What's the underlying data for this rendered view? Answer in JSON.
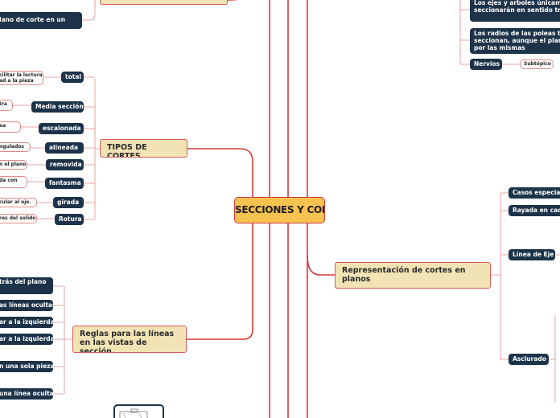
{
  "center": {
    "title": "SECCIONES Y CORTES"
  },
  "tipos": {
    "title": "TIPOS DE CORTES",
    "items": [
      {
        "label": "total",
        "leaf": "cilitar la lectura\nad a la pieza"
      },
      {
        "label": "Media sección",
        "leaf": "tra"
      },
      {
        "label": "escalonada",
        "leaf": "ea"
      },
      {
        "label": "alineada",
        "leaf": "ngulados"
      },
      {
        "label": "removida",
        "leaf": "n el plano"
      },
      {
        "label": "fantasma",
        "leaf": "da con"
      },
      {
        "label": "girada",
        "leaf": "cular al eje."
      },
      {
        "label": "Rotura",
        "leaf": "res del solido"
      }
    ]
  },
  "top_left": {
    "item": "lano de corte en un"
  },
  "reglas": {
    "title": "Reglas para las líneas en las vistas de sección",
    "items": [
      "trás del plano",
      "as líneas ocultas",
      "ar a la izquierda",
      "ar a la izquierda",
      "n una sola pieza",
      "una línea oculta"
    ]
  },
  "representacion": {
    "title": "Representación de cortes en planos",
    "items": [
      "Casos especiales",
      "Rayada en cada",
      "Línea de Eje",
      "Asclurado"
    ]
  },
  "top_right": {
    "items": [
      "Los ejes y arboles únicamente\nseccionarán en sentido transv",
      "Los radios de las poleas tamb\nseccionan, aunque el plano pa\npor las mismas",
      "Nervios"
    ],
    "subtopic": "Subtópico"
  }
}
